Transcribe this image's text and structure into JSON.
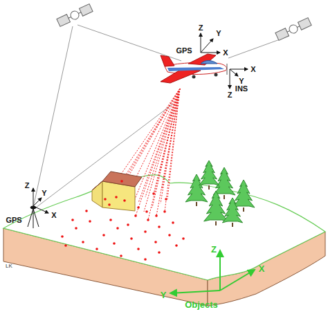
{
  "diagram": {
    "labels": [
      "Z",
      "Y",
      "GPS",
      "X",
      "X",
      "Y",
      "Z",
      "INS",
      "Z",
      "Y",
      "GPS",
      "X",
      "LK",
      "Z",
      "X",
      "Y",
      "Objects"
    ]
  }
}
